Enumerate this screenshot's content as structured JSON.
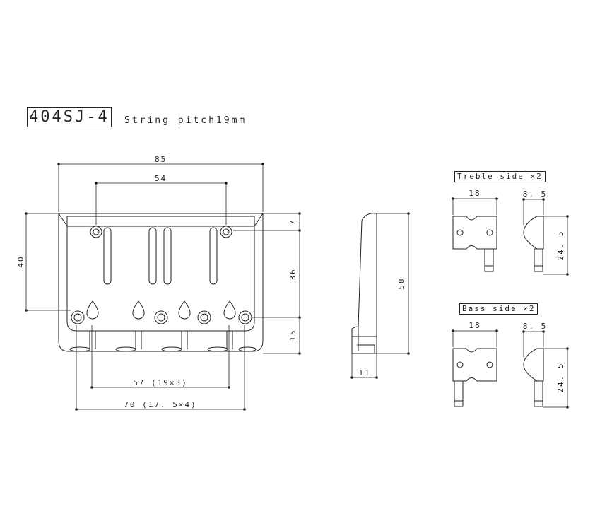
{
  "title": {
    "model": "404SJ-4",
    "subtitle": "String pitch19mm"
  },
  "views": {
    "treble_label": "Treble side ×2",
    "bass_label": "Bass side ×2"
  },
  "dimensions": {
    "overall_width": "85",
    "screw_spacing": "54",
    "overall_height": "40",
    "top_offset": "7",
    "screw_to_saddle": "36",
    "saddle_height": "15",
    "string_spread": "57 (19×3)",
    "outer_spread": "70 (17. 5×4)",
    "side_height": "58",
    "side_depth": "11",
    "treble_width": "18",
    "treble_depth": "8. 5",
    "treble_height": "24. 5",
    "bass_width": "18",
    "bass_depth": "8. 5",
    "bass_height": "24. 5"
  },
  "colors": {
    "line": "#222222",
    "background": "#ffffff"
  }
}
